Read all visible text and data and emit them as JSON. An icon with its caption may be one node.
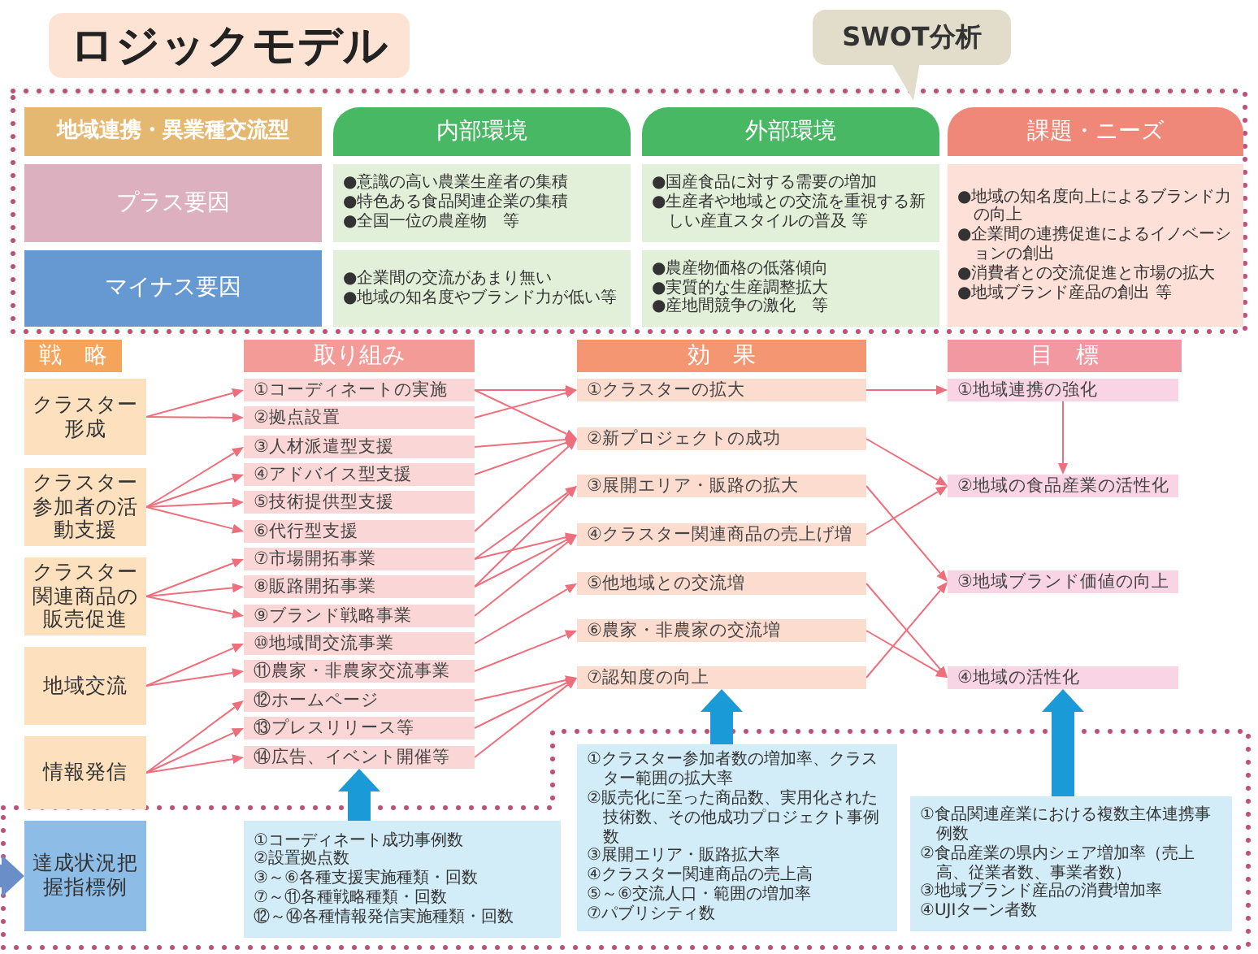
{
  "diagram": {
    "title": "ロジックモデル",
    "nodes": [
      {
        "text": [
          "SWOT分析"
        ]
      },
      {
        "text": [
          "地域連携・異業種交流型"
        ]
      },
      {
        "text": [
          "内部環境"
        ]
      },
      {
        "text": [
          "外部環境"
        ]
      },
      {
        "text": [
          "課題・ニーズ"
        ]
      },
      {
        "text": [
          "プラス要因"
        ]
      },
      {
        "text": [
          "●意識の高い農業生産者の集積",
          "●特色ある食品関連企業の集積",
          "●全国一位の農産物　等"
        ]
      },
      {
        "text": [
          "●国産食品に対する需要の増加",
          "●生産者や地域との交流を重視する新しい産直スタイルの普及 等"
        ]
      },
      {
        "text": [
          "●地域の知名度向上によるブランド力の向上",
          "●企業間の連携促進によるイノベーションの創出",
          "●消費者との交流促進と市場の拡大",
          "●地域ブランド産品の創出 等"
        ]
      },
      {
        "text": [
          "マイナス要因"
        ]
      },
      {
        "text": [
          "●企業間の交流があまり無い",
          "●地域の知名度やブランド力が低い等"
        ]
      },
      {
        "text": [
          "●農産物価格の低落傾向",
          "●実質的な生産調整拡大",
          "●産地間競争の激化　等"
        ]
      },
      {
        "text": [
          "戦　略"
        ]
      },
      {
        "text": [
          "取り組み"
        ]
      },
      {
        "text": [
          "効　果"
        ]
      },
      {
        "text": [
          "目　標"
        ]
      },
      {
        "text": [
          "クラスター形成"
        ]
      },
      {
        "text": [
          "クラスター参加者の活動支援"
        ]
      },
      {
        "text": [
          "クラスター関連商品の販売促進"
        ]
      },
      {
        "text": [
          "地域交流"
        ]
      },
      {
        "text": [
          "情報発信"
        ]
      },
      {
        "text": [
          "①コーディネートの実施"
        ]
      },
      {
        "text": [
          "②拠点設置"
        ]
      },
      {
        "text": [
          "③人材派遣型支援"
        ]
      },
      {
        "text": [
          "④アドバイス型支援"
        ]
      },
      {
        "text": [
          "⑤技術提供型支援"
        ]
      },
      {
        "text": [
          "⑥代行型支援"
        ]
      },
      {
        "text": [
          "⑦市場開拓事業"
        ]
      },
      {
        "text": [
          "⑧販路開拓事業"
        ]
      },
      {
        "text": [
          "⑨ブランド戦略事業"
        ]
      },
      {
        "text": [
          "⑩地域間交流事業"
        ]
      },
      {
        "text": [
          "⑪農家・非農家交流事業"
        ]
      },
      {
        "text": [
          "⑫ホームページ"
        ]
      },
      {
        "text": [
          "⑬プレスリリース等"
        ]
      },
      {
        "text": [
          "⑭広告、イベント開催等"
        ]
      },
      {
        "text": [
          "①クラスターの拡大"
        ]
      },
      {
        "text": [
          "②新プロジェクトの成功"
        ]
      },
      {
        "text": [
          "③展開エリア・販路の拡大"
        ]
      },
      {
        "text": [
          "④クラスター関連商品の売上げ増"
        ]
      },
      {
        "text": [
          "⑤他地域との交流増"
        ]
      },
      {
        "text": [
          "⑥農家・非農家の交流増"
        ]
      },
      {
        "text": [
          "⑦認知度の向上"
        ]
      },
      {
        "text": [
          "①地域連携の強化"
        ]
      },
      {
        "text": [
          "②地域の食品産業の活性化"
        ]
      },
      {
        "text": [
          "③地域ブランド価値の向上"
        ]
      },
      {
        "text": [
          "④地域の活性化"
        ]
      },
      {
        "text": [
          "達成状況把握指標例"
        ]
      },
      {
        "text": [
          "①コーディネート成功事例数",
          "②設置拠点数",
          "③～⑥各種支援実施種類・回数",
          "⑦～⑪各種戦略種類・回数",
          "⑫～⑭各種情報発信実施種類・回数"
        ]
      },
      {
        "text": [
          "①クラスター参加者数の増加率、クラスター範囲の拡大率",
          "②販売化に至った商品数、実用化された技術数、その他成功プロジェクト事例数",
          "③展開エリア・販路拡大率",
          "④クラスター関連商品の売上高",
          "⑤～⑥交流人口・範囲の増加率",
          "⑦パブリシティ数"
        ]
      },
      {
        "text": [
          "①食品関連産業における複数主体連携事例数",
          "②食品産業の県内シェア増加率（売上高、従業者数、事業者数）",
          "③地域ブランド産品の消費増加率",
          "④UJIターン者数"
        ]
      }
    ],
    "edges": [
      {
        "from": 16,
        "to": 21,
        "arrow": "to"
      },
      {
        "from": 16,
        "to": 22,
        "arrow": "to"
      },
      {
        "from": 17,
        "to": 23,
        "arrow": "to"
      },
      {
        "from": 17,
        "to": 24,
        "arrow": "to"
      },
      {
        "from": 17,
        "to": 25,
        "arrow": "to"
      },
      {
        "from": 17,
        "to": 26,
        "arrow": "to"
      },
      {
        "from": 18,
        "to": 27,
        "arrow": "to"
      },
      {
        "from": 18,
        "to": 28,
        "arrow": "to"
      },
      {
        "from": 18,
        "to": 29,
        "arrow": "to"
      },
      {
        "from": 19,
        "to": 30,
        "arrow": "to"
      },
      {
        "from": 19,
        "to": 31,
        "arrow": "to"
      },
      {
        "from": 20,
        "to": 32,
        "arrow": "to"
      },
      {
        "from": 20,
        "to": 33,
        "arrow": "to"
      },
      {
        "from": 20,
        "to": 34,
        "arrow": "to"
      },
      {
        "from": 21,
        "to": 35,
        "arrow": "to"
      },
      {
        "from": 21,
        "to": 36,
        "arrow": "to"
      },
      {
        "from": 22,
        "to": 35,
        "arrow": "to"
      },
      {
        "from": 23,
        "to": 36,
        "arrow": "to"
      },
      {
        "from": 24,
        "to": 36,
        "arrow": "to"
      },
      {
        "from": 26,
        "to": 36,
        "arrow": "to"
      },
      {
        "from": 27,
        "to": 37,
        "arrow": "to"
      },
      {
        "from": 27,
        "to": 38,
        "arrow": "to"
      },
      {
        "from": 28,
        "to": 37,
        "arrow": "to"
      },
      {
        "from": 28,
        "to": 38,
        "arrow": "to"
      },
      {
        "from": 29,
        "to": 38,
        "arrow": "to"
      },
      {
        "from": 30,
        "to": 39,
        "arrow": "to"
      },
      {
        "from": 31,
        "to": 40,
        "arrow": "to"
      },
      {
        "from": 32,
        "to": 41,
        "arrow": "to"
      },
      {
        "from": 33,
        "to": 41,
        "arrow": "to"
      },
      {
        "from": 34,
        "to": 41,
        "arrow": "to"
      },
      {
        "from": 35,
        "to": 42,
        "arrow": "to"
      },
      {
        "from": 42,
        "to": 43,
        "arrow": "to"
      },
      {
        "from": 36,
        "to": 43,
        "arrow": "to"
      },
      {
        "from": 37,
        "to": 44,
        "arrow": "to"
      },
      {
        "from": 38,
        "to": 43,
        "arrow": "to"
      },
      {
        "from": 39,
        "to": 45,
        "arrow": "to"
      },
      {
        "from": 40,
        "to": 45,
        "arrow": "to"
      },
      {
        "from": 41,
        "to": 44,
        "arrow": "to"
      },
      {
        "from": 47,
        "to": 34,
        "arrow": "to",
        "style": "thick",
        "color": "#1a9ad6"
      },
      {
        "from": 48,
        "to": 41,
        "arrow": "to",
        "style": "thick",
        "color": "#1a9ad6"
      },
      {
        "from": 49,
        "to": 45,
        "arrow": "to",
        "style": "thick",
        "color": "#1a9ad6"
      },
      {
        "from": null,
        "to": 46,
        "arrow": "to",
        "style": "thick",
        "color": "#6a8fc8"
      }
    ]
  }
}
